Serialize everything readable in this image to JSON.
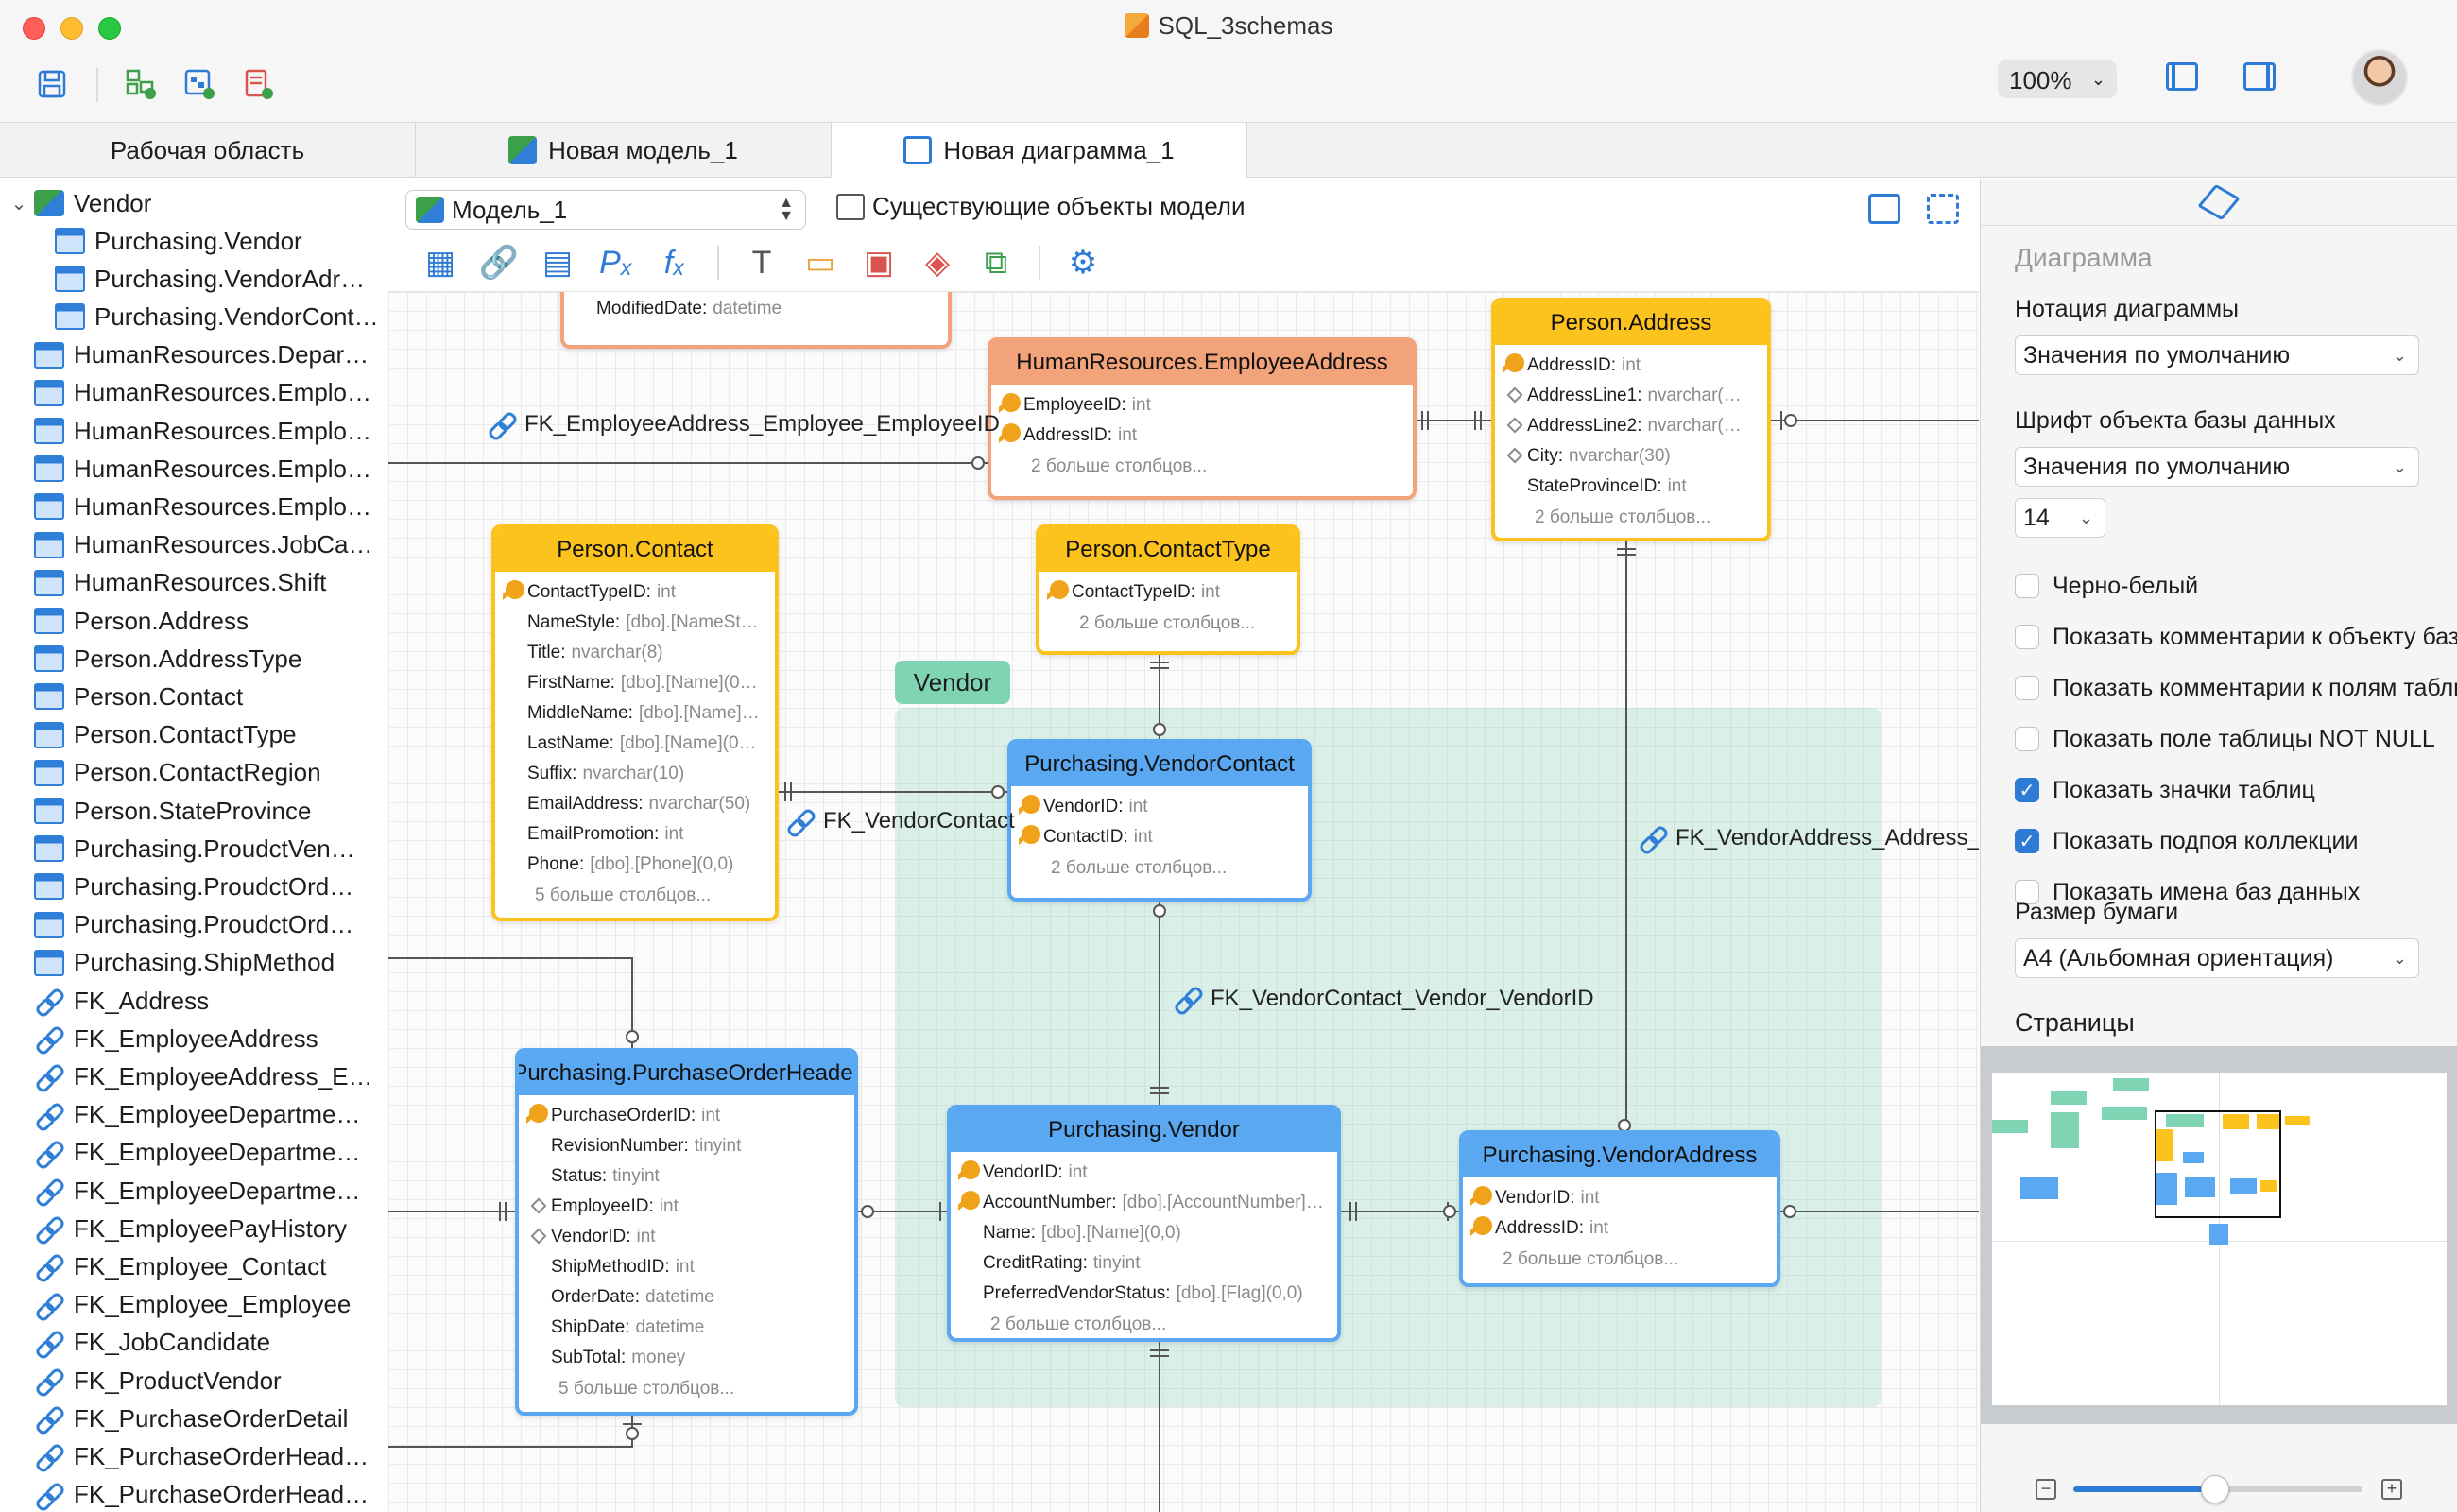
{
  "window": {
    "title": "SQL_3schemas",
    "zoom": "100%"
  },
  "tabs": [
    {
      "label": "Рабочая область"
    },
    {
      "label": "Новая модель_1"
    },
    {
      "label": "Новая диаграмма_1"
    }
  ],
  "tree": {
    "root": "Vendor",
    "children": [
      "Purchasing.Vendor",
      "Purchasing.VendorAdr…",
      "Purchasing.VendorCont…"
    ],
    "tables": [
      "HumanResources.Depar…",
      "HumanResources.Emplo…",
      "HumanResources.Emplo…",
      "HumanResources.Emplo…",
      "HumanResources.Emplo…",
      "HumanResources.JobCa…",
      "HumanResources.Shift",
      "Person.Address",
      "Person.AddressType",
      "Person.Contact",
      "Person.ContactType",
      "Person.ContactRegion",
      "Person.StateProvince",
      "Purchasing.ProudctVen…",
      "Purchasing.ProudctOrd…",
      "Purchasing.ProudctOrd…",
      "Purchasing.ShipMethod"
    ],
    "links": [
      "FK_Address",
      "FK_EmployeeAddress",
      "FK_EmployeeAddress_E…",
      "FK_EmployeeDepartme…",
      "FK_EmployeeDepartme…",
      "FK_EmployeeDepartme…",
      "FK_EmployeePayHistory",
      "FK_Employee_Contact",
      "FK_Employee_Employee",
      "FK_JobCandidate",
      "FK_ProductVendor",
      "FK_PurchaseOrderDetail",
      "FK_PurchaseOrderHead…",
      "FK_PurchaseOrderHead…"
    ]
  },
  "canvas": {
    "model_select": "Модель_1",
    "existing_objects": "Существующие объекты модели",
    "group_label": "Vendor",
    "colors": {
      "orange": "#f2a37a",
      "yellow": "#fdc31d",
      "blue": "#59a8f1",
      "group": "#7fd4b3"
    },
    "partial_entity_row": {
      "name": "ModifiedDate:",
      "type": "datetime"
    },
    "entities": {
      "emp_addr": {
        "title": "HumanResources.EmployeeAddress",
        "rows": [
          {
            "name": "EmployeeID:",
            "type": "int",
            "marker": "key"
          },
          {
            "name": "AddressID:",
            "type": "int",
            "marker": "key"
          }
        ],
        "more": "2 больше столбцов..."
      },
      "person_addr": {
        "title": "Person.Address",
        "rows": [
          {
            "name": "AddressID:",
            "type": "int",
            "marker": "key"
          },
          {
            "name": "AddressLine1:",
            "type": "nvarchar(…",
            "marker": "fk"
          },
          {
            "name": "AddressLine2:",
            "type": "nvarchar(…",
            "marker": "fk"
          },
          {
            "name": "City:",
            "type": "nvarchar(30)",
            "marker": "fk"
          },
          {
            "name": "StateProvinceID:",
            "type": "int",
            "marker": ""
          }
        ],
        "more": "2 больше столбцов..."
      },
      "person_contact": {
        "title": "Person.Contact",
        "rows": [
          {
            "name": "ContactTypeID:",
            "type": "int",
            "marker": "key"
          },
          {
            "name": "NameStyle:",
            "type": "[dbo].[NameSt…",
            "marker": ""
          },
          {
            "name": "Title:",
            "type": "nvarchar(8)",
            "marker": ""
          },
          {
            "name": "FirstName:",
            "type": "[dbo].[Name](0…",
            "marker": ""
          },
          {
            "name": "MiddleName:",
            "type": "[dbo].[Name]…",
            "marker": ""
          },
          {
            "name": "LastName:",
            "type": "[dbo].[Name](0…",
            "marker": ""
          },
          {
            "name": "Suffix:",
            "type": "nvarchar(10)",
            "marker": ""
          },
          {
            "name": "EmailAddress:",
            "type": "nvarchar(50)",
            "marker": ""
          },
          {
            "name": "EmailPromotion:",
            "type": "int",
            "marker": ""
          },
          {
            "name": "Phone:",
            "type": "[dbo].[Phone](0,0)",
            "marker": ""
          }
        ],
        "more": "5 больше столбцов..."
      },
      "contact_type": {
        "title": "Person.ContactType",
        "rows": [
          {
            "name": "ContactTypeID:",
            "type": "int",
            "marker": "key"
          }
        ],
        "more": "2 больше столбцов..."
      },
      "vendor_contact": {
        "title": "Purchasing.VendorContact",
        "rows": [
          {
            "name": "VendorID:",
            "type": "int",
            "marker": "key"
          },
          {
            "name": "ContactID:",
            "type": "int",
            "marker": "key"
          }
        ],
        "more": "2 больше столбцов..."
      },
      "po_header": {
        "title": "Purchasing.PurchaseOrderHeader",
        "rows": [
          {
            "name": "PurchaseOrderID:",
            "type": "int",
            "marker": "key"
          },
          {
            "name": "RevisionNumber:",
            "type": "tinyint",
            "marker": ""
          },
          {
            "name": "Status:",
            "type": "tinyint",
            "marker": ""
          },
          {
            "name": "EmployeeID:",
            "type": "int",
            "marker": "fk"
          },
          {
            "name": "VendorID:",
            "type": "int",
            "marker": "fk"
          },
          {
            "name": "ShipMethodID:",
            "type": "int",
            "marker": ""
          },
          {
            "name": "OrderDate:",
            "type": "datetime",
            "marker": ""
          },
          {
            "name": "ShipDate:",
            "type": "datetime",
            "marker": ""
          },
          {
            "name": "SubTotal:",
            "type": "money",
            "marker": ""
          }
        ],
        "more": "5 больше столбцов..."
      },
      "vendor": {
        "title": "Purchasing.Vendor",
        "rows": [
          {
            "name": "VendorID:",
            "type": "int",
            "marker": "key"
          },
          {
            "name": "AccountNumber:",
            "type": "[dbo].[AccountNumber]…",
            "marker": "key"
          },
          {
            "name": "Name:",
            "type": "[dbo].[Name](0,0)",
            "marker": ""
          },
          {
            "name": "CreditRating:",
            "type": "tinyint",
            "marker": ""
          },
          {
            "name": "PreferredVendorStatus:",
            "type": "[dbo].[Flag](0,0)",
            "marker": ""
          }
        ],
        "more": "2 больше столбцов..."
      },
      "vendor_addr": {
        "title": "Purchasing.VendorAddress",
        "rows": [
          {
            "name": "VendorID:",
            "type": "int",
            "marker": "key"
          },
          {
            "name": "AddressID:",
            "type": "int",
            "marker": "key"
          }
        ],
        "more": "2 больше столбцов..."
      }
    },
    "connectors": {
      "fk_emp_addr": "FK_EmployeeAddress_Employee_EmployeeID",
      "fk_vendor_contact": "FK_VendorContact",
      "fk_vendor_address": "FK_VendorAddress_Address_Ad",
      "fk_vc_vendor": "FK_VendorContact_Vendor_VendorID"
    }
  },
  "inspector": {
    "section_title": "Диаграмма",
    "notation_label": "Нотация диаграммы",
    "notation_value": "Значения по умолчанию",
    "font_label": "Шрифт объекта базы данных",
    "font_value": "Значения по умолчанию",
    "font_size": "14",
    "checkboxes": [
      {
        "label": "Черно-белый",
        "checked": false
      },
      {
        "label": "Показать комментарии к объекту базы",
        "checked": false
      },
      {
        "label": "Показать комментарии к полям таблиц",
        "checked": false
      },
      {
        "label": "Показать поле таблицы NOT NULL",
        "checked": false
      },
      {
        "label": "Показать значки таблиц",
        "checked": true
      },
      {
        "label": "Показать подпоя коллекции",
        "checked": true
      },
      {
        "label": "Показать имена баз данных",
        "checked": false
      }
    ],
    "paper_label": "Размер бумаги",
    "paper_value": "А4 (Альбомная ориентация)",
    "pages_label": "Страницы",
    "zoom_fraction": 0.49
  }
}
